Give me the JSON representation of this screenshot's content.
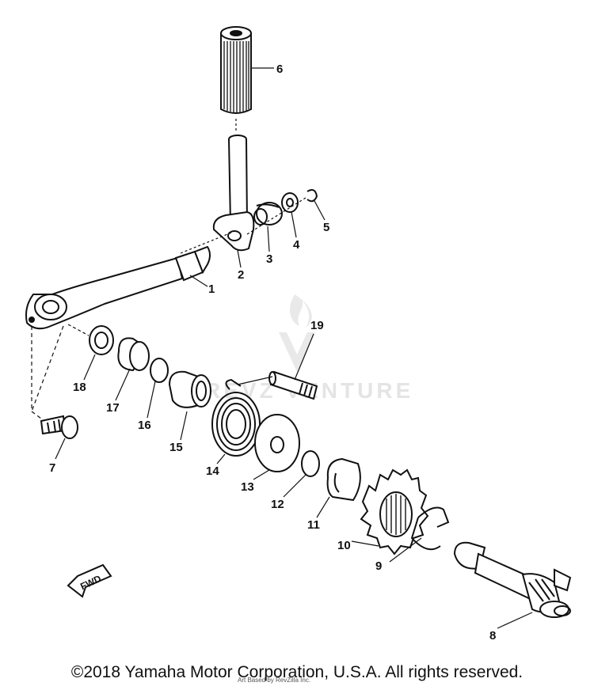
{
  "diagram": {
    "callouts": [
      "1",
      "2",
      "3",
      "4",
      "5",
      "6",
      "7",
      "8",
      "9",
      "10",
      "11",
      "12",
      "13",
      "14",
      "15",
      "16",
      "17",
      "18",
      "19"
    ],
    "direction_badge": "FWD",
    "watermark": "REVZ VENTURE",
    "image_credit": "Art Based by RevZilla Inc.",
    "copyright": "©2018 Yamaha Motor Corporation, U.S.A. All rights reserved."
  }
}
